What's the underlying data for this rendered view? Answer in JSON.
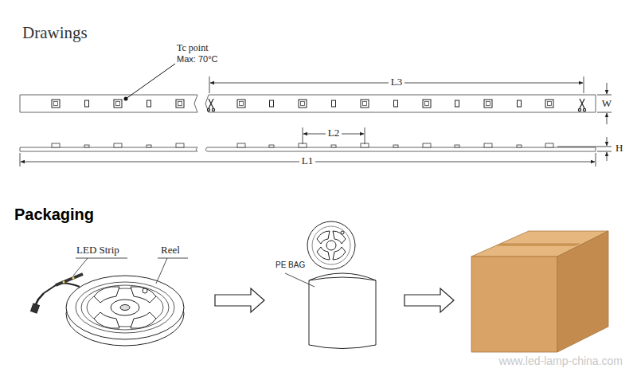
{
  "diagram": {
    "title": "Drawings",
    "labels": [
      "Tc point",
      "Max: 70°C",
      "L3",
      "W",
      "L2",
      "H",
      "L1",
      "Packaging",
      "LED Strip",
      "Reel",
      "PE BAG",
      "www.led-lamp-china.com"
    ]
  }
}
